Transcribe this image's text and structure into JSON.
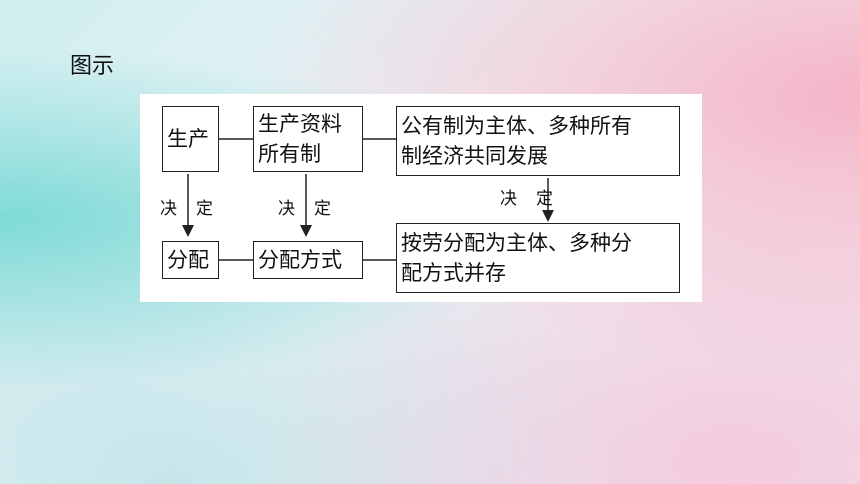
{
  "heading": "图示",
  "diagram": {
    "row1": {
      "box1": "生产",
      "box2_line1": "生产资料",
      "box2_line2": "所有制",
      "box3_line1": "公有制为主体、多种所有",
      "box3_line2": "制经济共同发展"
    },
    "row2": {
      "box1": "分配",
      "box2": "分配方式",
      "box3_line1": "按劳分配为主体、多种分",
      "box3_line2": "配方式并存"
    },
    "arrow_labels": {
      "col1_a": "决",
      "col1_b": "定",
      "col2_a": "决",
      "col2_b": "定",
      "col3_a": "决",
      "col3_b": "定"
    },
    "colors": {
      "line": "#222222",
      "panel": "#ffffff"
    }
  }
}
